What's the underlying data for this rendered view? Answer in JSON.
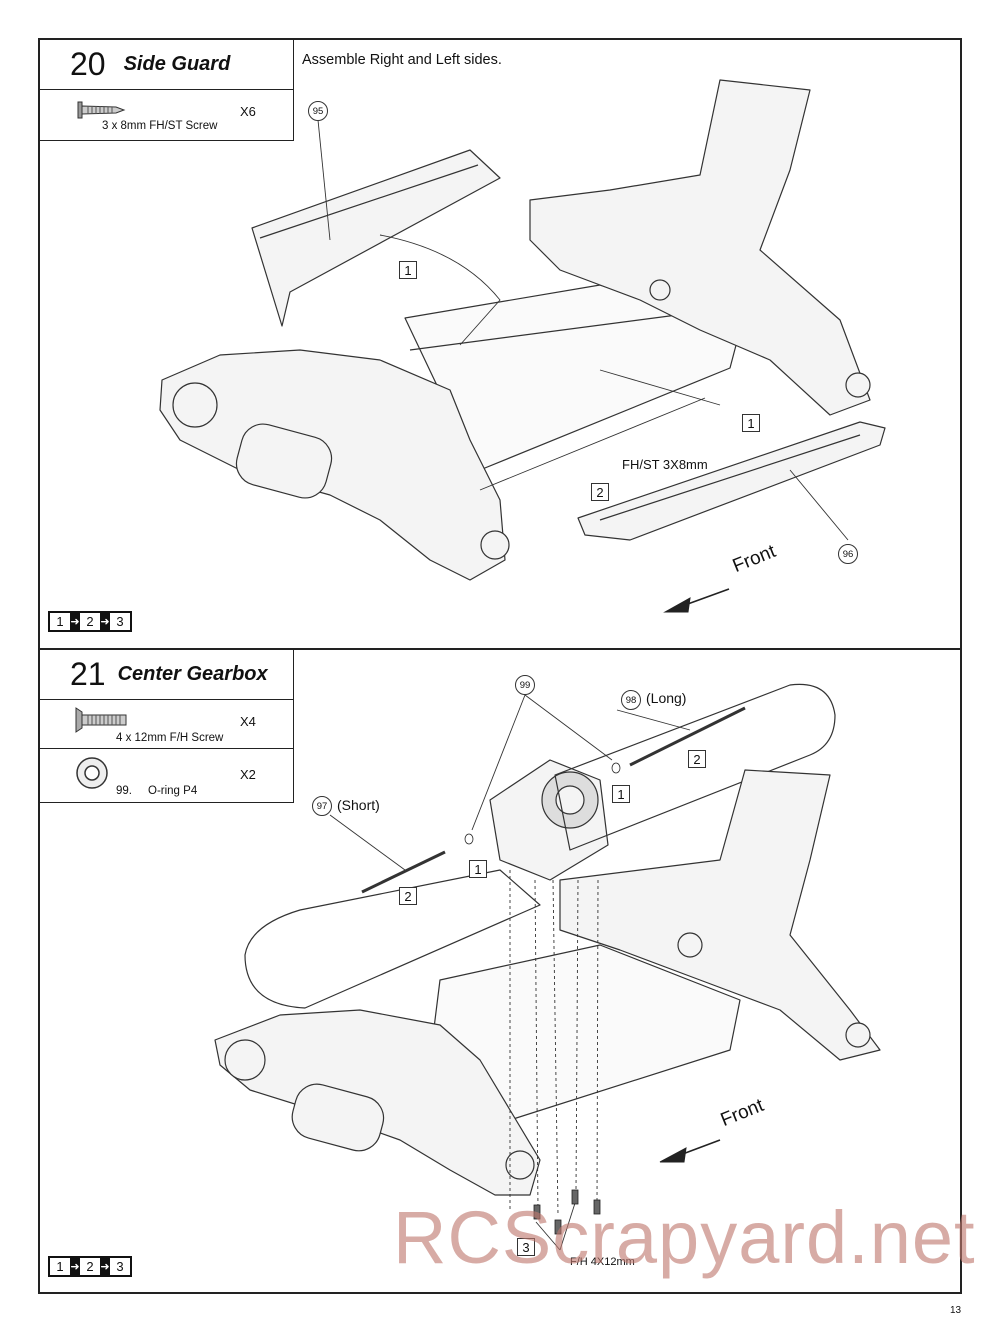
{
  "steps": [
    {
      "number": "20",
      "name": "Side Guard",
      "parts": [
        {
          "desc": "3 x 8mm  FH/ST Screw",
          "qty": "X6",
          "icon": "tapping-screw-icon"
        }
      ],
      "note": "Assemble Right and Left sides.",
      "callouts": [
        "95",
        "96"
      ],
      "step_markers": [
        "1",
        "1",
        "2"
      ],
      "screw_label": "FH/ST 3X8mm",
      "direction": "Front",
      "sequence": [
        "1",
        "2",
        "3"
      ]
    },
    {
      "number": "21",
      "name": "Center Gearbox",
      "parts": [
        {
          "desc": "4 x 12mm  F/H Screw",
          "qty": "X4",
          "icon": "flat-head-screw-icon"
        },
        {
          "id": "99.",
          "desc": "O-ring  P4",
          "qty": "X2",
          "icon": "o-ring-icon"
        }
      ],
      "callouts": [
        "99",
        "98",
        "97"
      ],
      "long_label": "(Long)",
      "short_label": "(Short)",
      "step_markers": [
        "1",
        "1",
        "2",
        "2",
        "3"
      ],
      "screw_label": "F/H 4X12mm",
      "direction": "Front",
      "sequence": [
        "1",
        "2",
        "3"
      ]
    }
  ],
  "watermark": "RCScrapyard.net",
  "page_number": "13"
}
